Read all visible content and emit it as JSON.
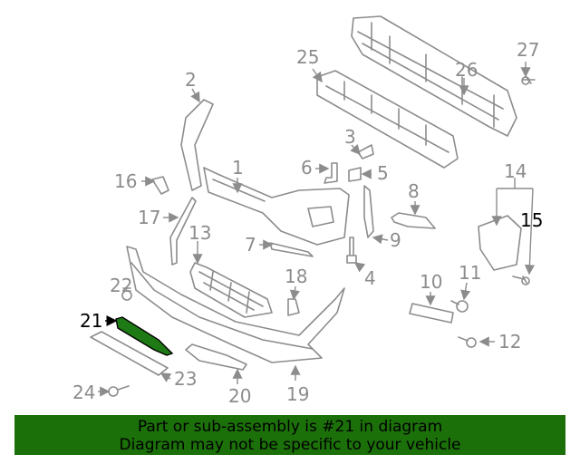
{
  "diagram": {
    "highlight_callout": "21",
    "colors": {
      "parts": "#8c8c8c",
      "highlight": "#1e7a14",
      "banner": "#1c700a",
      "label_highlight": "#000000"
    },
    "callouts": [
      "1",
      "2",
      "3",
      "4",
      "5",
      "6",
      "7",
      "8",
      "9",
      "10",
      "11",
      "12",
      "13",
      "14",
      "15",
      "16",
      "17",
      "18",
      "19",
      "20",
      "21",
      "22",
      "23",
      "24",
      "25",
      "26",
      "27"
    ]
  },
  "banner": {
    "line1": "Part or sub-assembly is #21 in diagram",
    "line2": "Diagram may not be specific to your vehicle"
  }
}
